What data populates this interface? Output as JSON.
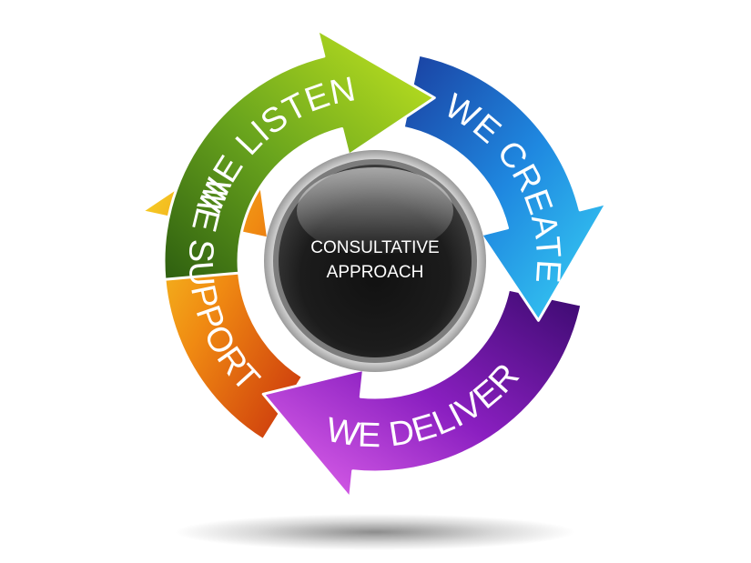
{
  "center": {
    "line1": "CONSULTATIVE",
    "line2": "APPROACH"
  },
  "segments": [
    {
      "label": "WE LISTEN"
    },
    {
      "label": "WE CREATE"
    },
    {
      "label": "WE DELIVER"
    },
    {
      "label": "WE SUPPORT"
    }
  ]
}
